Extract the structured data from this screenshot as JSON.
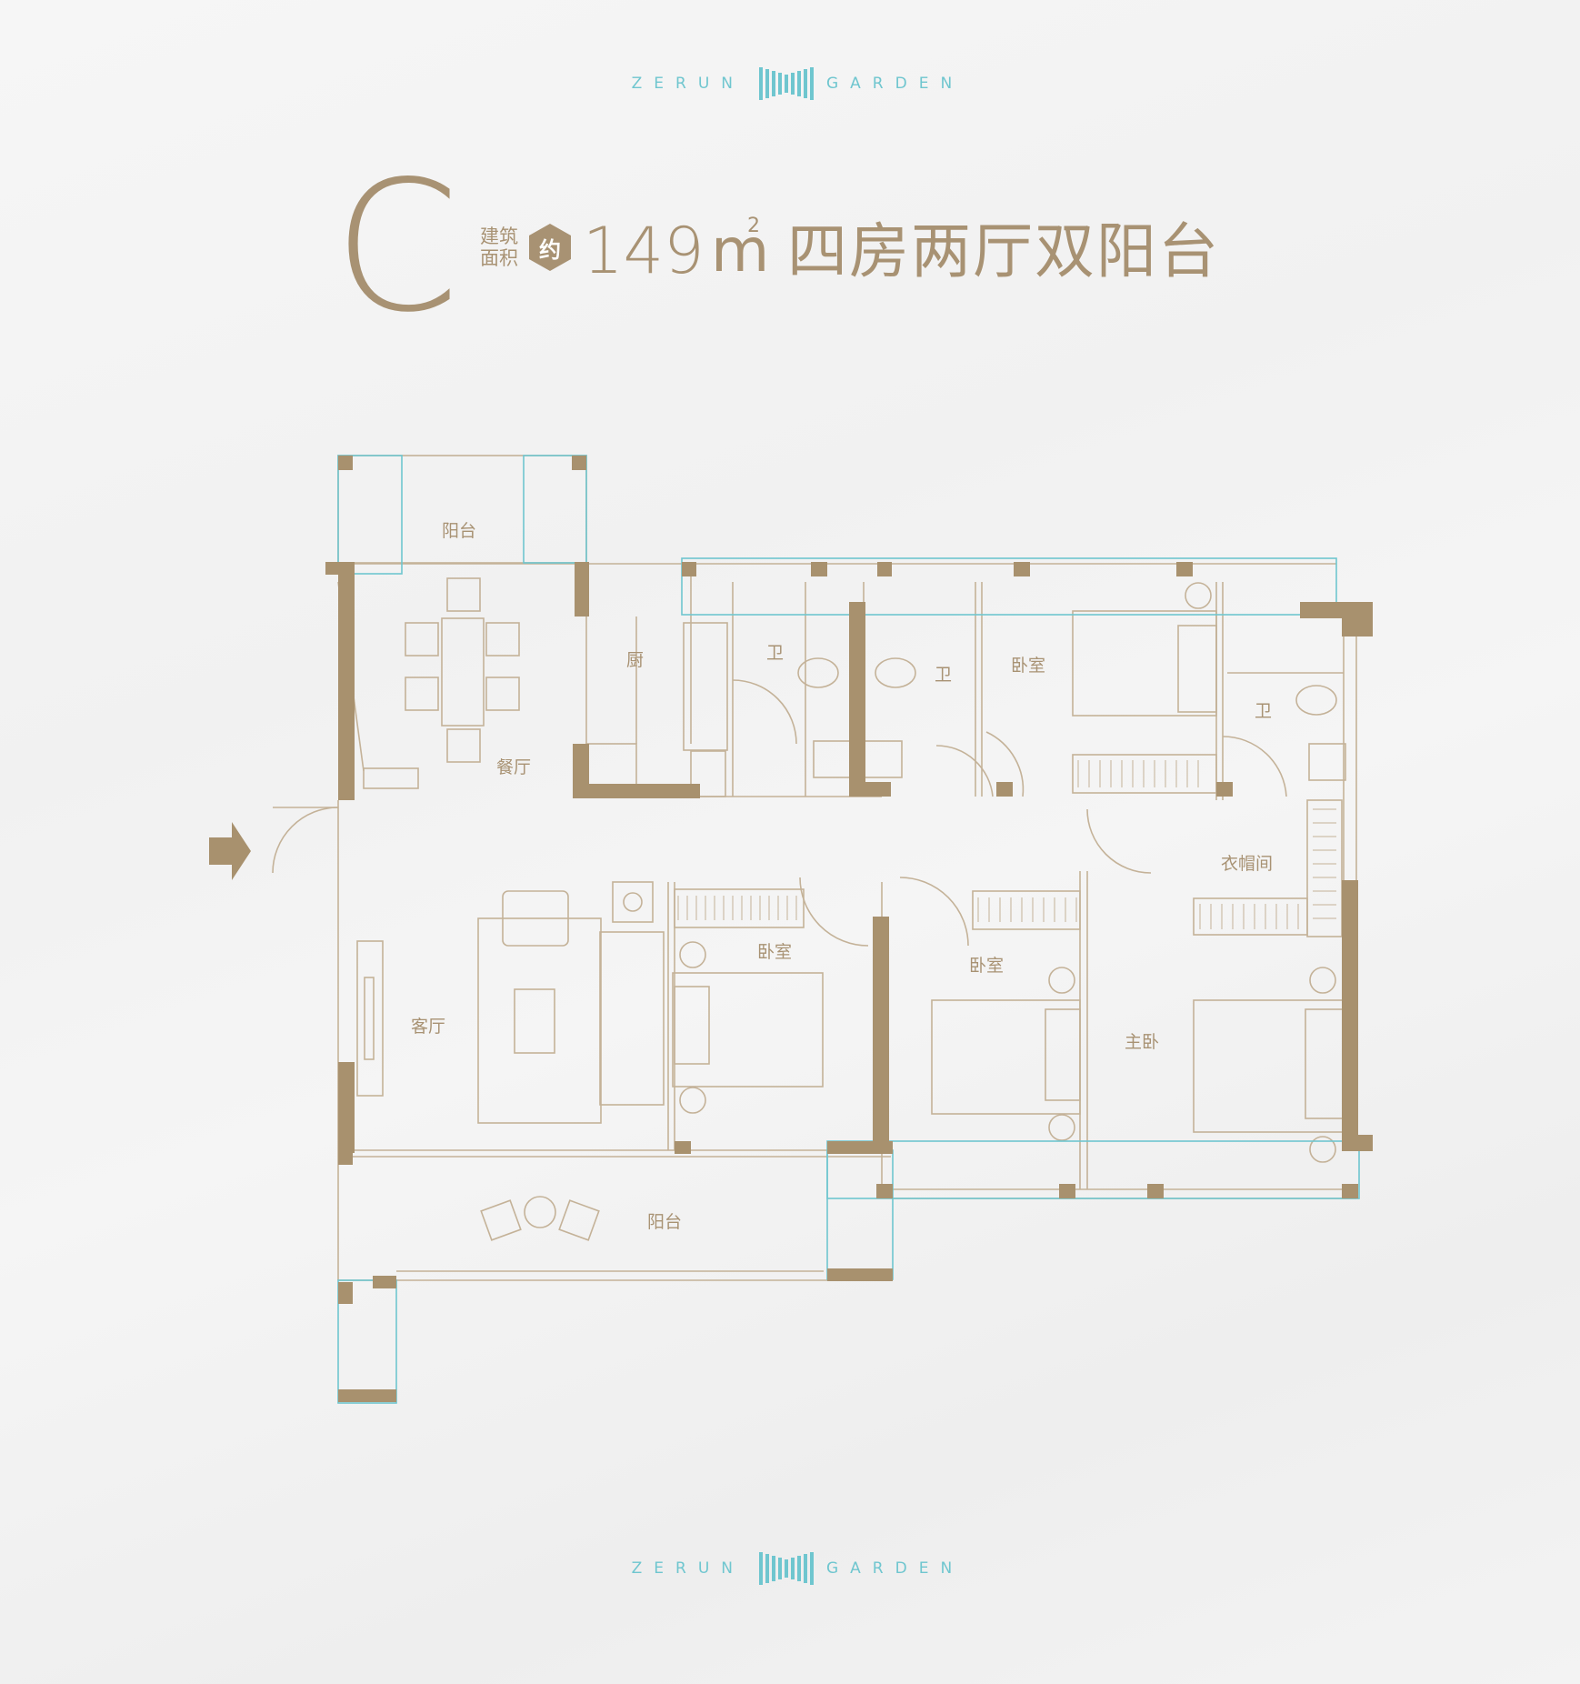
{
  "brand": {
    "left_word": "ZERUN",
    "right_word": "GARDEN",
    "accent_color": "#6fc6cf"
  },
  "header": {
    "unit_letter": "C",
    "area_label": "建筑面积",
    "approx_badge": "约",
    "area_value": "149",
    "area_unit": "m",
    "area_unit_sup": "2",
    "layout_title": "四房两厅双阳台"
  },
  "plan": {
    "wall_color": "#a8916e",
    "line_color": "#c4b298",
    "glass_color": "#6fc6cf",
    "rooms": {
      "north_balcony": "阳台",
      "dining": "餐厅",
      "kitchen": "厨",
      "bath_1": "卫",
      "bath_2": "卫",
      "bedroom_north": "卧室",
      "bath_3": "卫",
      "closet": "衣帽间",
      "living": "客厅",
      "bedroom_mid": "卧室",
      "bedroom_east": "卧室",
      "master": "主卧",
      "south_balcony": "阳台"
    },
    "entrance_icon": "entrance-arrow-icon"
  }
}
